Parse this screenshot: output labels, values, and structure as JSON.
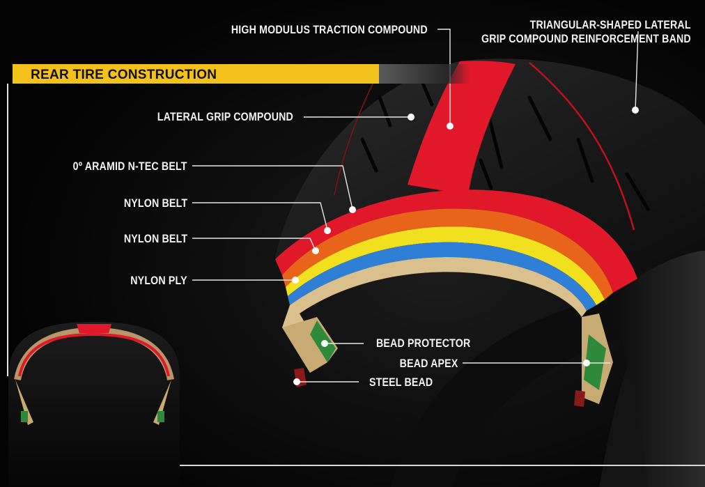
{
  "title": "REAR TIRE CONSTRUCTION",
  "labels": {
    "high_modulus": "HIGH MODULUS TRACTION COMPOUND",
    "triangular_line1": "TRIANGULAR-SHAPED LATERAL",
    "triangular_line2": "GRIP COMPOUND REINFORCEMENT BAND",
    "lateral_grip": "LATERAL GRIP COMPOUND",
    "aramid_belt": "0º ARAMID N-TEC BELT",
    "nylon_belt_1": "NYLON BELT",
    "nylon_belt_2": "NYLON BELT",
    "nylon_ply": "NYLON PLY",
    "bead_protector": "BEAD PROTECTOR",
    "bead_apex": "BEAD APEX",
    "steel_bead": "STEEL BEAD"
  },
  "colors": {
    "title_bar": "#f3c11c",
    "tread_compound": "#e0182a",
    "aramid_belt": "#e8641a",
    "nylon_belt_1": "#f0e01e",
    "nylon_belt_2": "#2f7fd6",
    "nylon_ply": "#d9c08c",
    "bead_protector": "#2e8a3a",
    "steel_bead": "#8a1a1a"
  }
}
